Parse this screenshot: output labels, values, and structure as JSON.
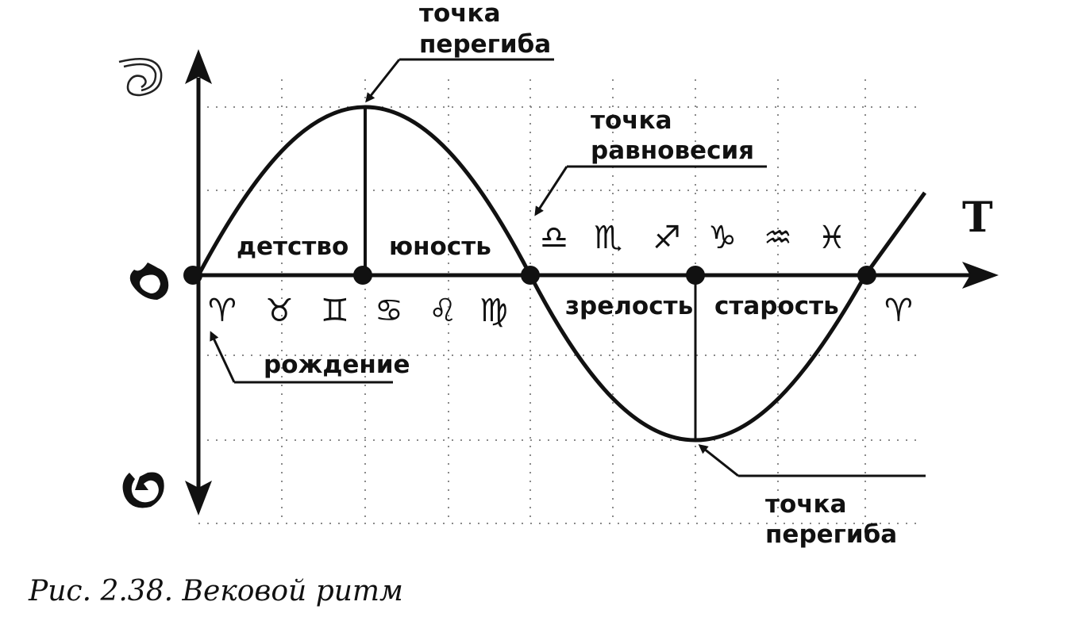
{
  "axis": {
    "time_label": "T"
  },
  "labels": {
    "top_inflection": [
      "точка",
      "перегиба"
    ],
    "equilibrium": [
      "точка",
      "равновесия"
    ],
    "bottom_inflection": [
      "точка",
      "перегиба"
    ],
    "birth": "рождение",
    "childhood": "детство",
    "youth": "юность",
    "maturity": "зрелость",
    "old_age": "старость"
  },
  "zodiac_below_axis": [
    "♈",
    "♉",
    "♊",
    "♋",
    "♌",
    "♍"
  ],
  "zodiac_above_axis": [
    "♎",
    "♏",
    "♐",
    "♑",
    "♒",
    "♓"
  ],
  "zodiac_end": "♈",
  "caption": "Рис. 2.38. Вековой ритм"
}
